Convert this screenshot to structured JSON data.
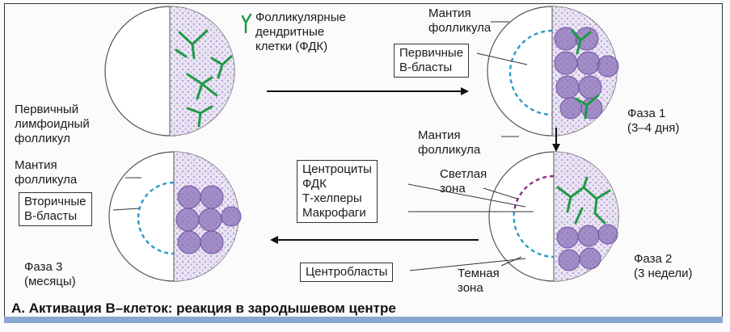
{
  "legend": {
    "fdc": "Фолликулярные\nдендритные\nклетки (ФДК)"
  },
  "phase0": {
    "label": "Первичный\nлимфоидный\nфолликул"
  },
  "phase1": {
    "mantle": "Мантия\nфолликула",
    "blasts": "Первичные\nВ-бласты",
    "label": "Фаза 1\n(3–4 дня)"
  },
  "phase2": {
    "mantle": "Мантия\nфолликула",
    "light_zone": "Светлая\nзона",
    "dark_zone": "Темная\nзона",
    "cells_box": "Центроциты\nФДК\nТ-хелперы\nМакрофаги",
    "centroblasts": "Центробласты",
    "label": "Фаза 2\n(3 недели)"
  },
  "phase3": {
    "mantle": "Мантия\nфолликула",
    "blasts": "Вторичные\nВ-бласты",
    "label": "Фаза 3\n(месяцы)"
  },
  "caption": "А. Активация В–клеток: реакция в зародышевом центре",
  "colors": {
    "fdc_green": "#1e9a44",
    "blast_purple": "#8a6fb8",
    "dashed_blue": "#2a9ac8",
    "dashed_purple": "#8b2f86",
    "hatch": "#cfc6e6"
  }
}
